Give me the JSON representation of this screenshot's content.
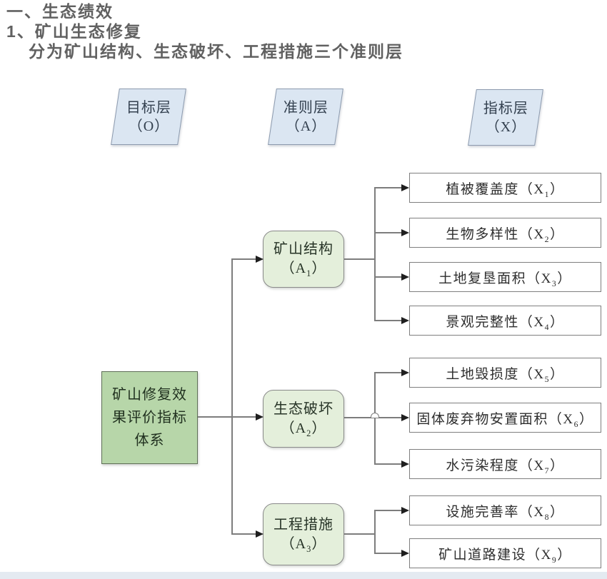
{
  "headings": {
    "line1": "一、生态绩效",
    "line2": "1、矿山生态修复",
    "line3": "分为矿山结构、生态破坏、工程措施三个准则层"
  },
  "layer_labels": [
    {
      "name": "目标层",
      "code": "（O）"
    },
    {
      "name": "准则层",
      "code": "（A）"
    },
    {
      "name": "指标层",
      "code": "（X）"
    }
  ],
  "root": {
    "label": "矿山修复效果评价指标体系"
  },
  "criteria": [
    {
      "name": "矿山结构",
      "code_pre": "（A",
      "code_sub": "1",
      "code_post": "）"
    },
    {
      "name": "生态破坏",
      "code_pre": "（A",
      "code_sub": "2",
      "code_post": "）"
    },
    {
      "name": "工程措施",
      "code_pre": "（A",
      "code_sub": "3",
      "code_post": "）"
    }
  ],
  "indicators": [
    {
      "pre": "植被覆盖度（X",
      "sub": "1",
      "post": "）"
    },
    {
      "pre": "生物多样性（X",
      "sub": "2",
      "post": "）"
    },
    {
      "pre": "土地复垦面积（X",
      "sub": "3",
      "post": "）"
    },
    {
      "pre": "景观完整性（X",
      "sub": "4",
      "post": "）"
    },
    {
      "pre": "土地毁损度（X",
      "sub": "5",
      "post": "）"
    },
    {
      "pre": "固体废弃物安置面积（X",
      "sub": "6",
      "post": "）"
    },
    {
      "pre": "水污染程度（X",
      "sub": "7",
      "post": "）"
    },
    {
      "pre": "设施完善率（X",
      "sub": "8",
      "post": "）"
    },
    {
      "pre": "矿山道路建设（X",
      "sub": "9",
      "post": "）"
    }
  ],
  "colors": {
    "heading_text": "#616161",
    "layer_label_fill": "#dbe6f2",
    "root_fill": "#b7d6a9",
    "criterion_fill": "#e4efdb",
    "indicator_fill": "#ffffff",
    "line": "#7d7d7d",
    "arrowhead": "#1f1f1f"
  }
}
